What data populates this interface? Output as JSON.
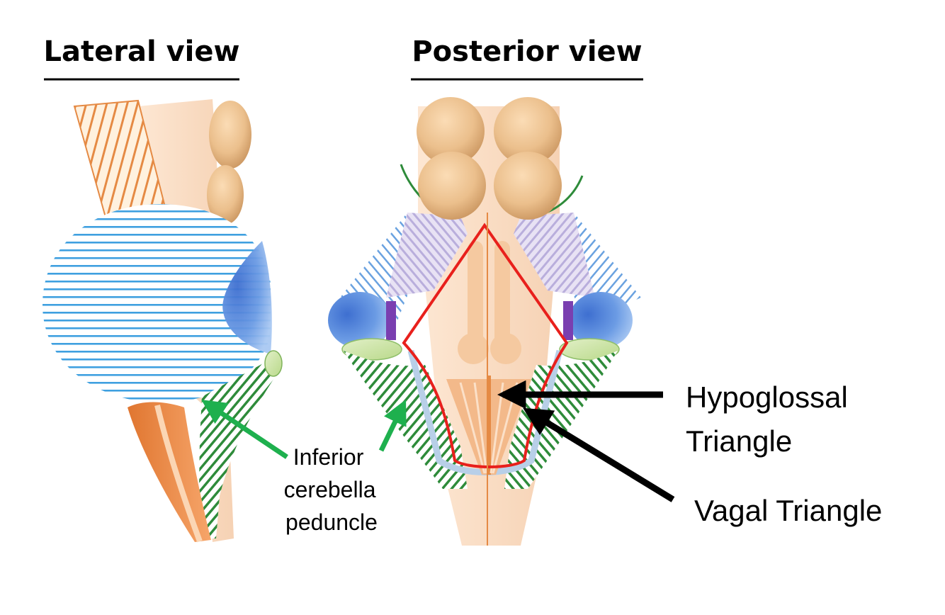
{
  "lateral_view": {
    "title": "Lateral view"
  },
  "posterior_view": {
    "title": "Posterior view"
  },
  "labels": {
    "inferior_peduncle": [
      "Inferior",
      "cerebella",
      "peduncle"
    ],
    "hypoglossal": [
      "Hypoglossal",
      "Triangle"
    ],
    "vagal": "Vagal Triangle"
  },
  "colors": {
    "background": "#ffffff",
    "tissue": "#fbe0c8",
    "colliculus": "#e9bc8a",
    "blue_stripes": "#3fa0e0",
    "green_stripes": "#2e8b3a",
    "orange_fiber": "#e58a44",
    "lilac": "#cfc6e6",
    "purple": "#7a3fb0",
    "blue_peduncle": "#6a96e0",
    "red_outline": "#e8201c",
    "green_arrow": "#1eb04e",
    "black_arrow": "#000000"
  },
  "icons": [
    "green-arrow-icon",
    "black-arrow-icon"
  ]
}
